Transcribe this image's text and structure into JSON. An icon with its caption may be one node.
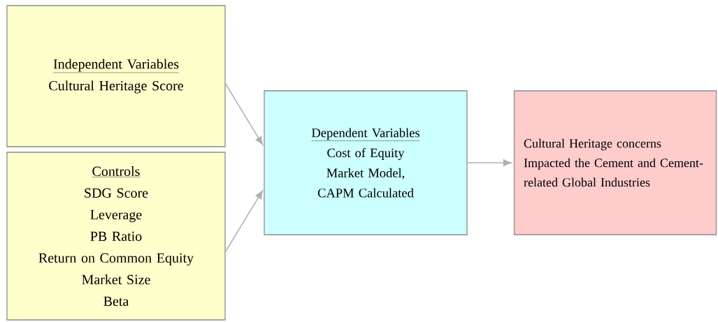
{
  "diagram": {
    "nodes": [
      {
        "text": [
          "Independent Variables",
          "Cultural Heritage Score"
        ]
      },
      {
        "text": [
          "Controls",
          "SDG Score",
          "Leverage",
          "PB Ratio",
          "Return on Common Equity",
          "Market Size",
          "Beta"
        ]
      },
      {
        "text": [
          "Dependent Variables",
          "Cost of Equity",
          "Market Model, CAPM Calculated"
        ]
      },
      {
        "text": [
          "Cultural  Heritage concerns Impacted the Cement  and Cement-related Global Industries"
        ]
      }
    ],
    "edges": [
      {
        "from": 0,
        "to": 2,
        "arrow": "to"
      },
      {
        "from": 1,
        "to": 2,
        "arrow": "to"
      },
      {
        "from": 2,
        "to": 3,
        "arrow": "to"
      }
    ]
  }
}
